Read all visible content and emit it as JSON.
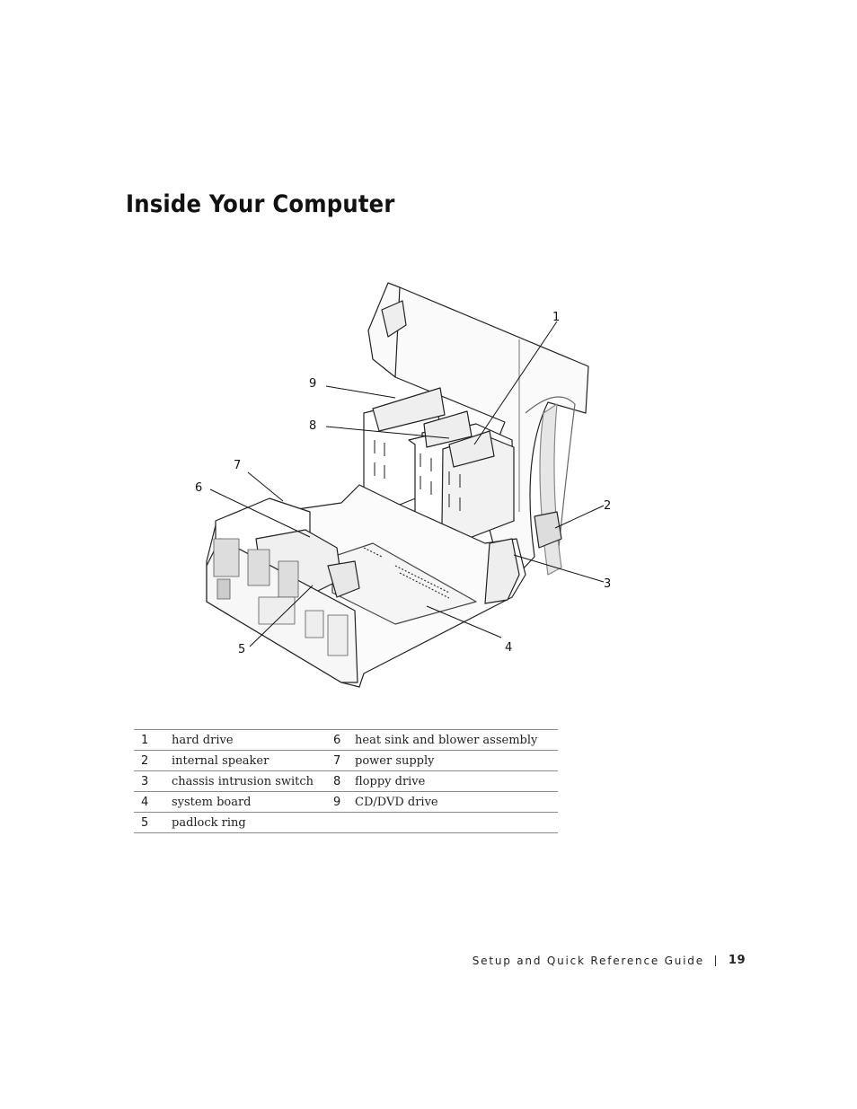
{
  "page": {
    "title": "Inside Your Computer"
  },
  "figure": {
    "callouts": [
      "1",
      "2",
      "3",
      "4",
      "5",
      "6",
      "7",
      "8",
      "9"
    ]
  },
  "legend": {
    "rows": [
      {
        "n1": "1",
        "l1": "hard drive",
        "n2": "6",
        "l2": "heat sink and blower assembly"
      },
      {
        "n1": "2",
        "l1": "internal speaker",
        "n2": "7",
        "l2": "power supply"
      },
      {
        "n1": "3",
        "l1": "chassis intrusion switch",
        "n2": "8",
        "l2": "floppy drive"
      },
      {
        "n1": "4",
        "l1": "system board",
        "n2": "9",
        "l2": "CD/DVD drive"
      },
      {
        "n1": "5",
        "l1": "padlock ring",
        "n2": "",
        "l2": ""
      }
    ]
  },
  "footer": {
    "guide_title": "Setup and Quick Reference Guide",
    "page_number": "19"
  }
}
